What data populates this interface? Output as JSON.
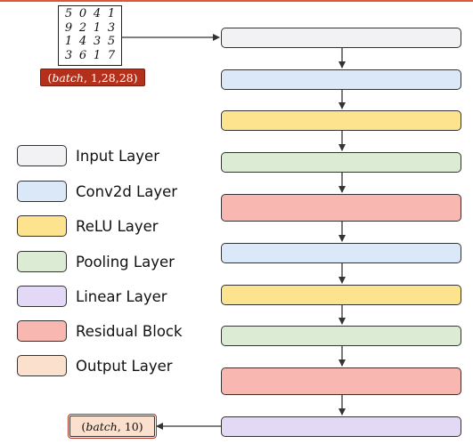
{
  "input_image": {
    "digits": [
      [
        "5",
        "0",
        "4",
        "1"
      ],
      [
        "9",
        "2",
        "1",
        "3"
      ],
      [
        "1",
        "4",
        "3",
        "5"
      ],
      [
        "3",
        "6",
        "1",
        "7"
      ]
    ],
    "shape_label": {
      "open": "(",
      "var": "batch",
      "rest": ", 1,28,28)"
    }
  },
  "output": {
    "shape_label": {
      "open": "(",
      "var": "batch",
      "rest": ", 10)"
    }
  },
  "colors": {
    "input": "#f2f1f4",
    "conv2d": "#dbe8f7",
    "relu": "#fde38e",
    "pooling": "#dcebd3",
    "linear": "#e3d8f5",
    "residual": "#f9b7b1",
    "output": "#fbe0cd"
  },
  "layers": [
    {
      "kind": "input"
    },
    {
      "kind": "conv2d"
    },
    {
      "kind": "relu"
    },
    {
      "kind": "pooling"
    },
    {
      "kind": "residual"
    },
    {
      "kind": "conv2d"
    },
    {
      "kind": "relu"
    },
    {
      "kind": "pooling"
    },
    {
      "kind": "residual"
    },
    {
      "kind": "linear"
    }
  ],
  "legend": [
    {
      "kind": "input",
      "label": "Input Layer"
    },
    {
      "kind": "conv2d",
      "label": "Conv2d Layer"
    },
    {
      "kind": "relu",
      "label": "ReLU Layer"
    },
    {
      "kind": "pooling",
      "label": "Pooling Layer"
    },
    {
      "kind": "linear",
      "label": "Linear Layer"
    },
    {
      "kind": "residual",
      "label": "Residual Block"
    },
    {
      "kind": "output",
      "label": "Output Layer"
    }
  ]
}
